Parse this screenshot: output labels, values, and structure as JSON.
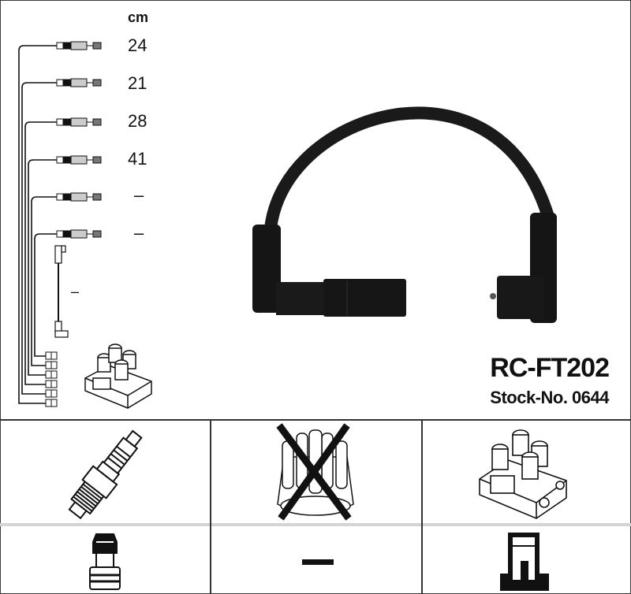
{
  "product": {
    "part_number": "RC-FT202",
    "stock_label": "Stock-No. 0644"
  },
  "length_table": {
    "unit": "cm",
    "rows": [
      {
        "cable": 1,
        "length": "24"
      },
      {
        "cable": 2,
        "length": "21"
      },
      {
        "cable": 3,
        "length": "28"
      },
      {
        "cable": 4,
        "length": "41"
      },
      {
        "cable": 5,
        "length": "–"
      },
      {
        "cable": 6,
        "length": "–"
      }
    ],
    "coil_lead_length": "–"
  },
  "compatibility_grid": {
    "cells": [
      {
        "id": "spark-plug",
        "icon": "spark-plug-icon",
        "applicable": true
      },
      {
        "id": "distributor-cap",
        "icon": "distributor-cap-icon",
        "applicable": false,
        "marked": "X"
      },
      {
        "id": "ignition-coil",
        "icon": "ignition-coil-icon",
        "applicable": true
      },
      {
        "id": "plug-terminal",
        "icon": "spark-plug-terminal-icon",
        "applicable": true
      },
      {
        "id": "distributor-terminal",
        "icon": "dash-icon",
        "value": "—"
      },
      {
        "id": "coil-terminal",
        "icon": "coil-terminal-icon",
        "applicable": true
      }
    ]
  },
  "colors": {
    "border": "#333333",
    "row_divider": "#cccccc",
    "ink": "#111111",
    "cable": "#1a1a1a"
  }
}
